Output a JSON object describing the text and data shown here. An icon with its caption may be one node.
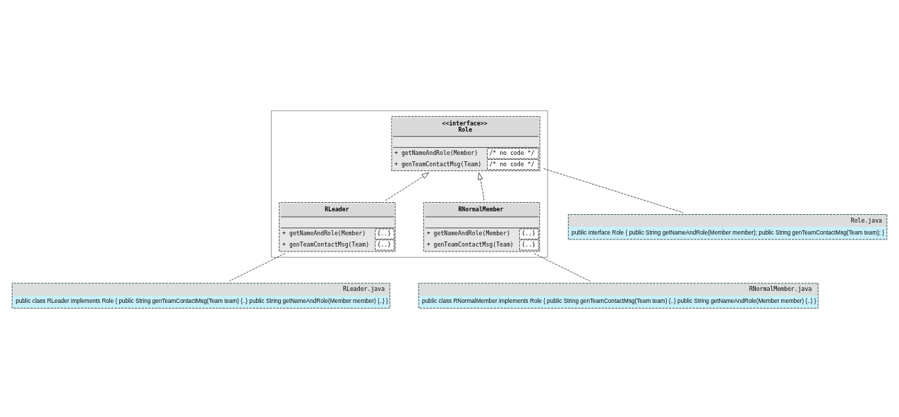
{
  "diagram": {
    "nodes": [
      {
        "text": [],
        "shape": "box"
      },
      {
        "text": [
          "<<interface>>",
          "Role",
          "+ getNameAndRole(Member)",
          "/* no code */",
          "+ genTeamContactMsg(Team)",
          "/* no code */"
        ],
        "in": 0
      },
      {
        "text": [
          "RLeader",
          "+ getNameAndRole(Member)",
          "{..}",
          "+ genTeamContactMsg(Team)",
          "{..}"
        ],
        "in": 0
      },
      {
        "text": [
          "RNormalMember",
          "+ getNameAndRole(Member)",
          "{..}",
          "+ genTeamContactMsg(Team)",
          "{..}"
        ],
        "in": 0
      },
      {
        "text": [
          "Role.java",
          "public interface Role { public String getNameAndRole(Member member); public String genTeamContactMsg(Team team); }"
        ]
      },
      {
        "text": [
          "RLeader.java",
          "public class RLeader implements Role { public String genTeamContactMsg(Team team) {..} public String getNameAndRole(Member member) {..} }"
        ]
      },
      {
        "text": [
          "RNormalMember.java",
          "public class RNormalMember implements Role { public String genTeamContactMsg(Team team) {..} public String getNameAndRole(Member member) {..} }"
        ]
      }
    ],
    "edges": [
      {
        "from": 2,
        "to": 1,
        "arrow": "to",
        "style": "dashed"
      },
      {
        "from": 3,
        "to": 1,
        "arrow": "to",
        "style": "dashed"
      },
      {
        "from": 1,
        "to": 4,
        "arrow": "none",
        "style": "dashed"
      },
      {
        "from": 2,
        "to": 5,
        "arrow": "none",
        "style": "dashed"
      },
      {
        "from": 3,
        "to": 6,
        "arrow": "none",
        "style": "dashed"
      }
    ]
  }
}
